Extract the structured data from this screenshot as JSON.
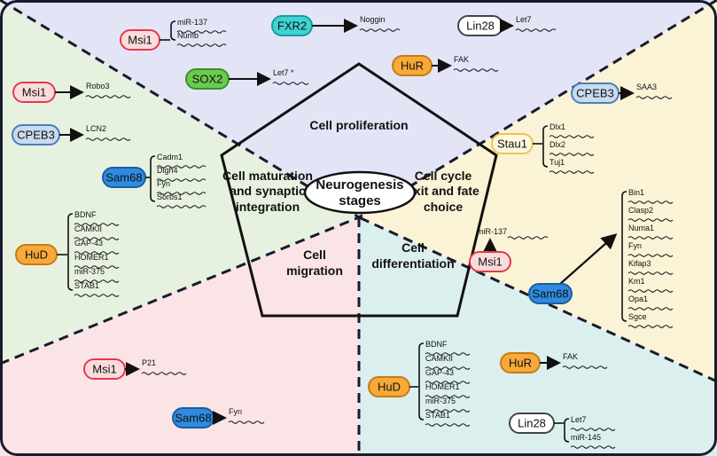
{
  "center": {
    "line1": "Neurogenesis",
    "line2": "stages"
  },
  "stages": {
    "proliferation": "Cell proliferation",
    "cycle": [
      "Cell cycle",
      "exit and fate",
      "choice"
    ],
    "maturation": [
      "Cell maturation",
      "and synaptic",
      "integration"
    ],
    "migration": [
      "Cell",
      "migration"
    ],
    "differentiation": [
      "Cell",
      "differentiation"
    ]
  },
  "colors": {
    "proliferation_bg": "#e4e4f7",
    "cycle_bg": "#fbf3d6",
    "maturation_bg": "#e6f2df",
    "migration_bg": "#fbe4e6",
    "differentiation_bg": "#dcefef",
    "msi1_fill": "#fbdcdc",
    "msi1_stroke": "#e23a4a",
    "fxr2_fill": "#3fd3d3",
    "fxr2_stroke": "#1a9b9b",
    "lin28_fill": "#ffffff",
    "lin28_stroke": "#444444",
    "sox2_fill": "#6bcb4f",
    "sox2_stroke": "#3d8f2a",
    "hur_fill": "#f7a93b",
    "hur_stroke": "#c87b13",
    "cpeb3_fill": "#c8dbef",
    "cpeb3_stroke": "#4a7fb5",
    "sam68_fill": "#2f8be0",
    "sam68_stroke": "#1c5d9e",
    "hud_fill": "#f7a93b",
    "hud_stroke": "#c87b13",
    "stau1_fill": "#fff7e0",
    "stau1_stroke": "#f0c34a"
  },
  "items": [
    {
      "id": "msi1-a",
      "protein": "Msi1",
      "kind": "msi1",
      "targets": [
        "miR-137",
        "Numb"
      ]
    },
    {
      "id": "fxr2",
      "protein": "FXR2",
      "kind": "fxr2",
      "targets": [
        "Noggin"
      ]
    },
    {
      "id": "lin28-a",
      "protein": "Lin28",
      "kind": "lin28",
      "targets": [
        "Let7"
      ]
    },
    {
      "id": "sox2",
      "protein": "SOX2",
      "kind": "sox2",
      "targets": [
        "Let7 *"
      ]
    },
    {
      "id": "hur-a",
      "protein": "HuR",
      "kind": "hur",
      "targets": [
        "FAK"
      ]
    },
    {
      "id": "msi1-b",
      "protein": "Msi1",
      "kind": "msi1",
      "targets": [
        "Robo3"
      ]
    },
    {
      "id": "cpeb3-a",
      "protein": "CPEB3",
      "kind": "cpeb3",
      "targets": [
        "LCN2"
      ]
    },
    {
      "id": "sam68-a",
      "protein": "Sam68",
      "kind": "sam68",
      "targets": [
        "Cadm1",
        "Dlgh4",
        "Fyn",
        "Sorbs1"
      ]
    },
    {
      "id": "hud-a",
      "protein": "HuD",
      "kind": "hud",
      "targets": [
        "BDNF",
        "CAMKII",
        "GAP-43",
        "HOMER1",
        "miR-375",
        "STAB1"
      ]
    },
    {
      "id": "cpeb3-b",
      "protein": "CPEB3",
      "kind": "cpeb3",
      "targets": [
        "SAA3"
      ]
    },
    {
      "id": "stau1",
      "protein": "Stau1",
      "kind": "stau1",
      "targets": [
        "Dlx1",
        "Dlx2",
        "Tuj1"
      ]
    },
    {
      "id": "sam68-b",
      "protein": "Sam68",
      "kind": "sam68",
      "targets": [
        "Bin1",
        "Clasp2",
        "Numa1",
        "Fyn",
        "Kifap3",
        "Km1",
        "Opa1",
        "Sgce"
      ]
    },
    {
      "id": "msi1-c",
      "protein": "Msi1",
      "kind": "msi1",
      "targets": [
        "miR-137"
      ]
    },
    {
      "id": "msi1-d",
      "protein": "Msi1",
      "kind": "msi1",
      "targets": [
        "P21"
      ]
    },
    {
      "id": "sam68-c",
      "protein": "Sam68",
      "kind": "sam68",
      "targets": [
        "Fyn"
      ]
    },
    {
      "id": "hud-b",
      "protein": "HuD",
      "kind": "hud",
      "targets": [
        "BDNF",
        "CAMKII",
        "GAP-43",
        "HOMER1",
        "miR-375",
        "STAB1"
      ]
    },
    {
      "id": "hur-b",
      "protein": "HuR",
      "kind": "hur",
      "targets": [
        "FAK"
      ]
    },
    {
      "id": "lin28-b",
      "protein": "Lin28",
      "kind": "lin28",
      "targets": [
        "Let7",
        "miR-145"
      ]
    }
  ]
}
